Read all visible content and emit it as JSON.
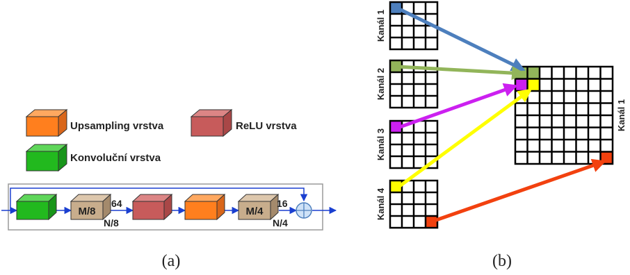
{
  "legend": {
    "upsampling": "Upsampling vrstva",
    "relu": "ReLU vrstva",
    "conv": "Konvoluční vrstva"
  },
  "pipeline": {
    "block1_text": "M/8",
    "dim1_top": "64",
    "dim1_bottom": "N/8",
    "block2_text": "M/4",
    "dim2_top": "16",
    "dim2_bottom": "N/4"
  },
  "channels": {
    "ch1": "Kanál 1",
    "ch2": "Kanál 2",
    "ch3": "Kanál 3",
    "ch4": "Kanál 4",
    "out": "Kanál 1"
  },
  "captions": {
    "a": "(a)",
    "b": "(b)"
  },
  "colors": {
    "upsampling": "#ff7f1e",
    "relu": "#c75b5b",
    "conv": "#22b91e",
    "dims_block": "#c8ad8c",
    "blue": "#4d7fbd",
    "green": "#92b55a",
    "magenta": "#cc20f0",
    "yellow": "#ffff00",
    "red": "#f2410f"
  }
}
